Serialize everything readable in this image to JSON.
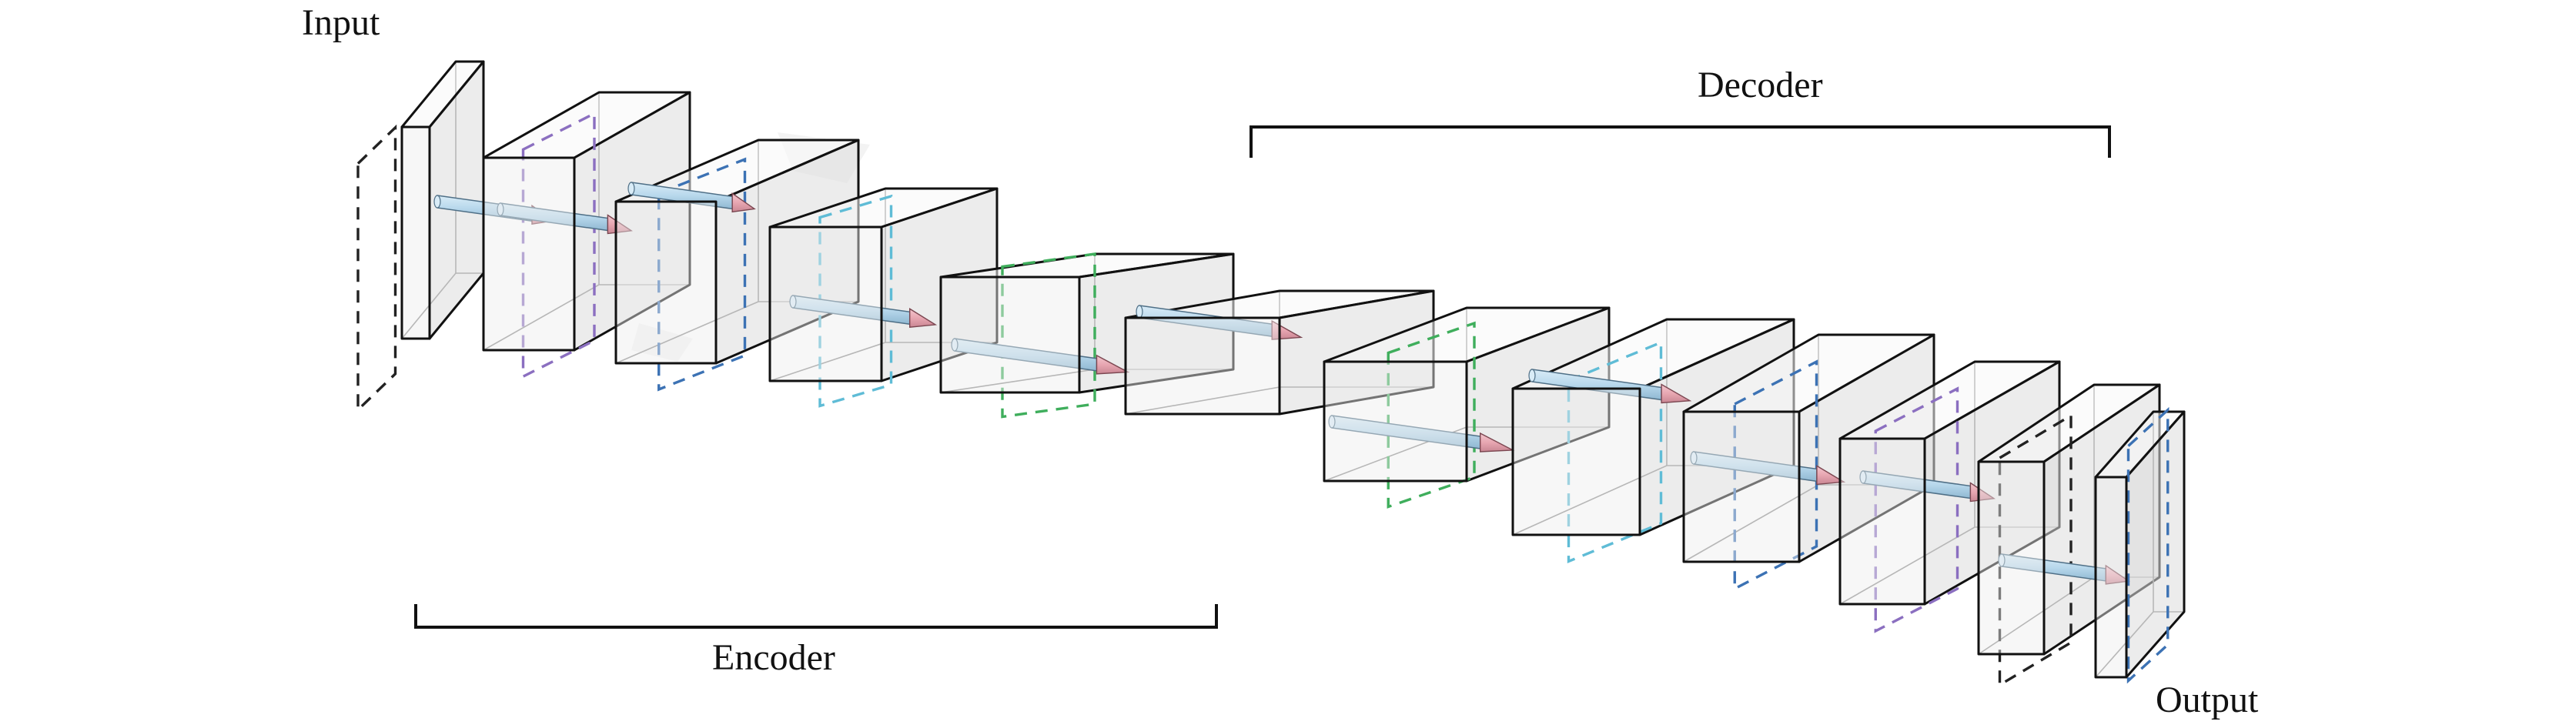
{
  "labels": {
    "input": "Input",
    "output": "Output",
    "encoder": "Encoder",
    "decoder": "Decoder"
  },
  "colors": {
    "face_front": "#ededed",
    "face_top": "#f7f7f7",
    "face_side": "#dcdcdc",
    "arrow_shaft": "#b8d8ec",
    "arrow_head": "#e7a6b1",
    "plane_black": "#222222",
    "plane_purple": "#8b6fc0",
    "plane_blue": "#3c72b4",
    "plane_cyan": "#5fbcd6",
    "plane_green": "#3fae5c"
  },
  "layers": [
    {
      "name": "input-layer",
      "plane_color": "plane_black"
    },
    {
      "name": "encoder-block-1",
      "plane_color": "plane_purple"
    },
    {
      "name": "encoder-block-2",
      "plane_color": "plane_blue"
    },
    {
      "name": "encoder-block-3",
      "plane_color": "plane_cyan"
    },
    {
      "name": "encoder-block-4",
      "plane_color": "plane_green"
    },
    {
      "name": "bottleneck-block",
      "plane_color": null
    },
    {
      "name": "decoder-block-1",
      "plane_color": "plane_green"
    },
    {
      "name": "decoder-block-2",
      "plane_color": "plane_cyan"
    },
    {
      "name": "decoder-block-3",
      "plane_color": "plane_blue"
    },
    {
      "name": "decoder-block-4",
      "plane_color": "plane_purple"
    },
    {
      "name": "decoder-block-5",
      "plane_color": "plane_black"
    },
    {
      "name": "output-layer",
      "plane_color": "plane_blue"
    }
  ]
}
